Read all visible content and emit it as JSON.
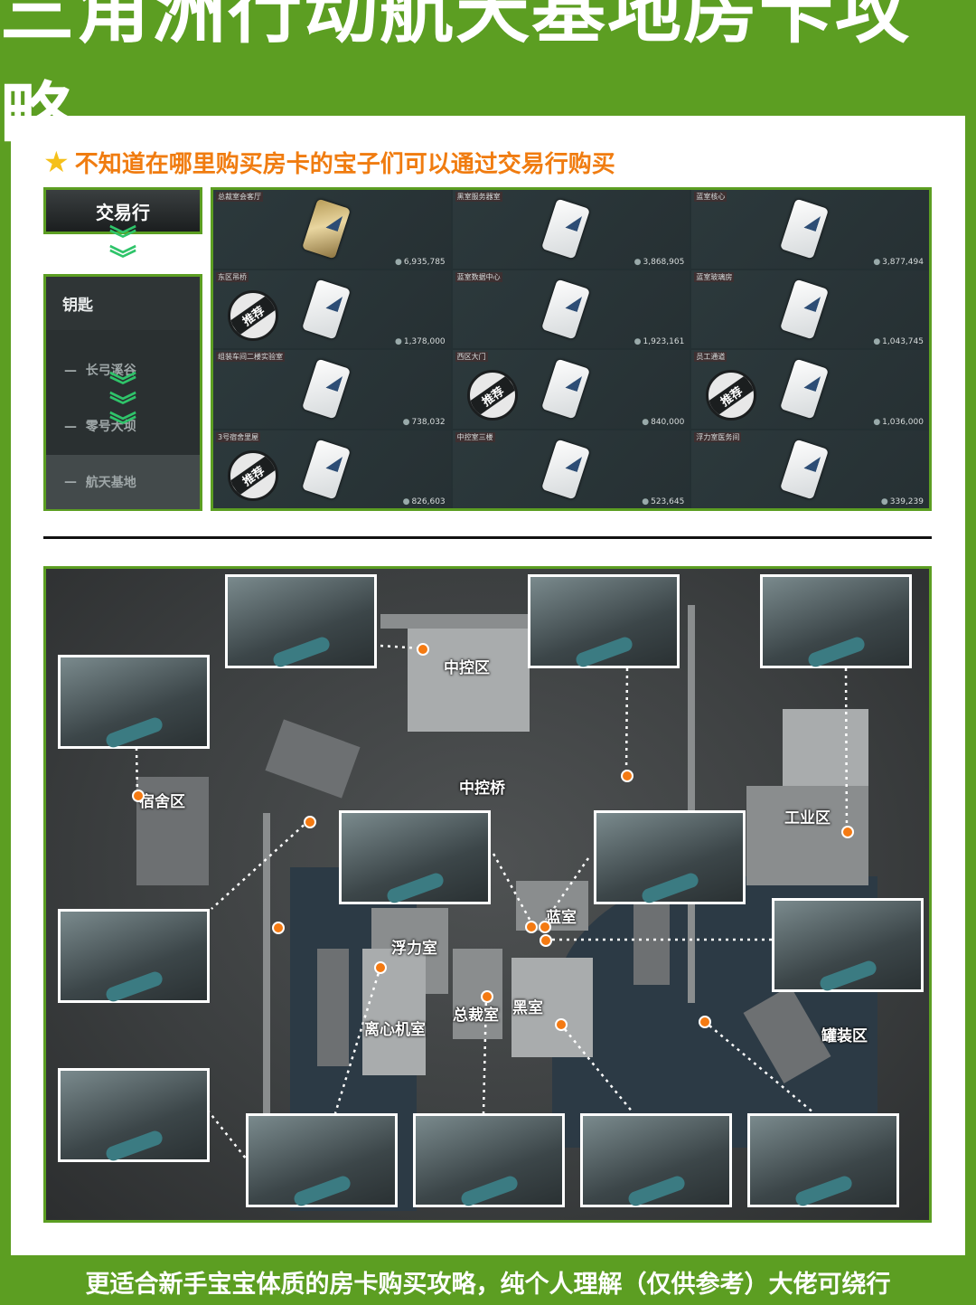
{
  "title": "三角洲行动航天基地房卡攻略",
  "subtitle": "不知道在哪里购买房卡的宝子们可以通过交易行购买",
  "icons": {
    "subtitle_icon": "star-icon",
    "arrow": "chevron-down-icon"
  },
  "menu": {
    "header": "交易行",
    "key_label": "钥匙",
    "items": [
      "长弓溪谷",
      "零号大坝",
      "航天基地"
    ],
    "selected": "航天基地"
  },
  "cards": [
    {
      "name": "总裁室会客厅",
      "price": "6,935,785",
      "recommended": false,
      "gold": true
    },
    {
      "name": "黑室服务器室",
      "price": "3,868,905",
      "recommended": false,
      "gold": false
    },
    {
      "name": "蓝室核心",
      "price": "3,877,494",
      "recommended": false,
      "gold": false
    },
    {
      "name": "东区吊桥",
      "price": "1,378,000",
      "recommended": true,
      "gold": false
    },
    {
      "name": "蓝室数据中心",
      "price": "1,923,161",
      "recommended": false,
      "gold": false
    },
    {
      "name": "蓝室玻璃房",
      "price": "1,043,745",
      "recommended": false,
      "gold": false
    },
    {
      "name": "组装车间二楼实验室",
      "price": "738,032",
      "recommended": false,
      "gold": false
    },
    {
      "name": "西区大门",
      "price": "840,000",
      "recommended": true,
      "gold": false
    },
    {
      "name": "员工通道",
      "price": "1,036,000",
      "recommended": true,
      "gold": false
    },
    {
      "name": "3号宿舍里屋",
      "price": "826,603",
      "recommended": true,
      "gold": false
    },
    {
      "name": "中控室三楼",
      "price": "523,645",
      "recommended": false,
      "gold": false
    },
    {
      "name": "浮力室医务间",
      "price": "339,239",
      "recommended": false,
      "gold": false
    }
  ],
  "recommend_label": "推荐",
  "map": {
    "zones": [
      "中控区",
      "中控桥",
      "宿舍区",
      "工业区",
      "蓝室",
      "浮力室",
      "离心机室",
      "总裁室",
      "黑室",
      "罐装区"
    ]
  },
  "footer": "更适合新手宝宝体质的房卡购买攻略，纯个人理解（仅供参考）大佬可绕行",
  "colors": {
    "brand_green": "#5c9e22",
    "accent_orange": "#f07c10",
    "marker": "#f47a12",
    "chevron": "#2fc46a"
  }
}
